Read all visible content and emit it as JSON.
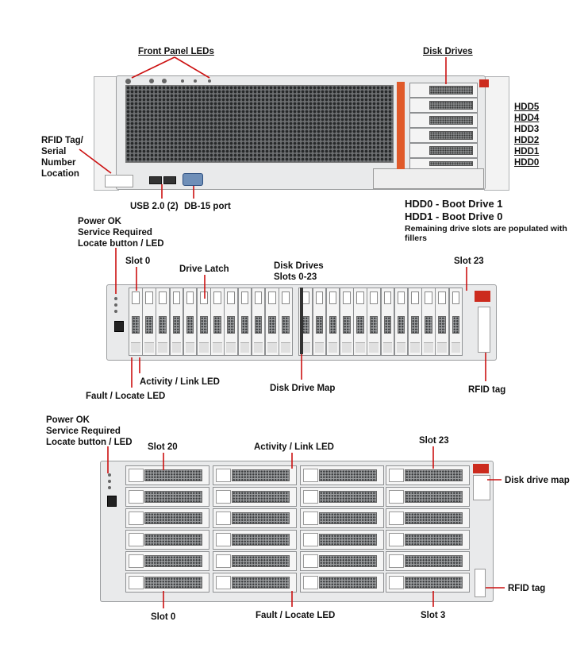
{
  "server_1": {
    "labels": {
      "front_panel_leds": "Front Panel LEDs",
      "disk_drives": "Disk Drives",
      "rfid_tag_serial": "RFID Tag/ Serial Number Location",
      "usb": "USB 2.0 (2)",
      "db15": "DB-15 port"
    },
    "hdd_labels": [
      "HDD5",
      "HDD4",
      "HDD3",
      "HDD2",
      "HDD1",
      "HDD0"
    ],
    "notes": {
      "line1": "HDD0 - Boot Drive 1",
      "line2": "HDD1 - Boot Drive 0",
      "line3": "Remaining drive slots are populated with fillers"
    }
  },
  "server_2": {
    "labels": {
      "power_ok": "Power OK",
      "service_required": "Service Required",
      "locate": "Locate button / LED",
      "slot0": "Slot 0",
      "drive_latch": "Drive Latch",
      "disk_drives_1": "Disk Drives",
      "disk_drives_2": "Slots 0-23",
      "slot23": "Slot 23",
      "activity_link": "Activity / Link LED",
      "fault_locate": "Fault / Locate LED",
      "disk_drive_map": "Disk Drive Map",
      "rfid_tag": "RFID tag"
    }
  },
  "server_3": {
    "labels": {
      "power_ok": "Power OK",
      "service_required": "Service Required",
      "locate": "Locate button / LED",
      "slot20": "Slot 20",
      "activity_link": "Activity / Link LED",
      "slot23": "Slot 23",
      "disk_drive_map": "Disk drive map",
      "rfid_tag": "RFID tag",
      "slot0": "Slot 0",
      "fault_locate": "Fault / Locate LED",
      "slot3": "Slot 3"
    }
  },
  "colors": {
    "chassis": "#e9eaeb",
    "callout_line": "#cc1111",
    "accent_orange": "#e05a2a"
  }
}
